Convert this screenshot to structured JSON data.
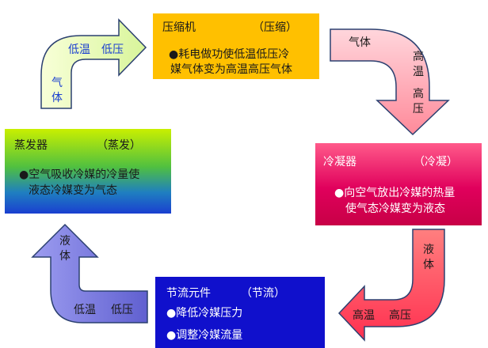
{
  "compressor": {
    "title": "压缩机",
    "process": "（压缩）",
    "line1": "●耗电做功使低温低压冷",
    "line2": "媒气体变为高温高压气体"
  },
  "condenser": {
    "title": "冷凝器",
    "process": "（冷凝）",
    "line1": "●向空气放出冷媒的热量",
    "line2": "使气态冷媒变为液态"
  },
  "throttle": {
    "title": "节流元件",
    "process": "（节流）",
    "line1": "●降低冷媒压力",
    "line2": "●调整冷媒流量"
  },
  "evaporator": {
    "title": "蒸发器",
    "process": "（蒸发）",
    "line1": "●空气吸收冷媒的冷量使",
    "line2": "液态冷媒变为气态"
  },
  "arrows": {
    "top_left": {
      "h1": "低温",
      "h2": "低压",
      "v": "气体"
    },
    "top_right": {
      "h": "气体",
      "v1": "高温",
      "v2": "高压"
    },
    "bottom_right": {
      "v": "液体",
      "h1": "高温",
      "h2": "高压"
    },
    "bottom_left": {
      "v": "液体",
      "h1": "低温",
      "h2": "低压"
    }
  },
  "colors": {
    "compressor": "#ffc000",
    "condenser": "#e0005c",
    "throttle": "#1010cc",
    "evaporator": "#50c040",
    "arrow_tl": "#ebffc0",
    "arrow_tr": "#ffb3c0",
    "arrow_br": "#ff5060",
    "arrow_bl": "#8080e0"
  }
}
